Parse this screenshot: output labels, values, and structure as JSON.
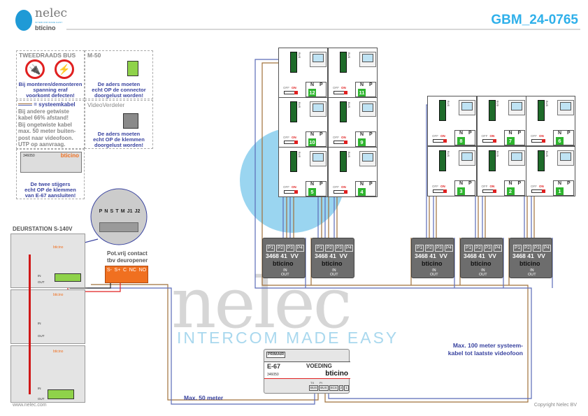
{
  "header": {
    "logo_name": "nelec",
    "logo_tagline": "INTERCOM MADE EASY",
    "logo_brand": "bticino",
    "document_id": "GBM_24-0765"
  },
  "watermark": {
    "name": "nelec",
    "tagline": "INTERCOM MADE EASY"
  },
  "info_boxes": {
    "bus": {
      "title": "TWEEDRAADS BUS",
      "note": [
        "Bij monteren/demonteren",
        "spanning eraf",
        "voorkomt defecten!"
      ]
    },
    "m50": {
      "title": "M-50",
      "note": [
        "De aders moeten",
        "echt OP de connector",
        "doorgelust worden!"
      ]
    },
    "cable": {
      "legend": "= systeemkabel",
      "lines": [
        "Bij andere getwiste",
        "kabel 66% afstand!",
        "Bij ongetwiste kabel",
        "max. 50 meter buiten-",
        "post naar videofoon.",
        "UTP op aanvraag."
      ]
    },
    "videoverdeler": {
      "title": "VideoVerdeler",
      "note": [
        "De aders moeten",
        "echt OP de klemmen",
        "doorgelust worden!"
      ]
    },
    "e67": {
      "code": "346050",
      "brand": "bticino",
      "note": [
        "De twee stijgers",
        "echt OP de klemmen",
        "van E-67 aansluiten!"
      ]
    }
  },
  "door_station": {
    "title": "DEURSTATION S-140V",
    "module_brand": "bticino",
    "in_label": "IN",
    "out_label": "OUT",
    "terminals": [
      "P",
      "N",
      "S",
      "T",
      "M",
      "J1",
      "J2"
    ]
  },
  "relay": {
    "title": [
      "Pot.vrij contact",
      "tbv deuropener"
    ],
    "terminals": [
      "S-",
      "S+",
      "C",
      "NC",
      "NO"
    ]
  },
  "apartments": [
    {
      "n": "12",
      "group": "left"
    },
    {
      "n": "11",
      "group": "left"
    },
    {
      "n": "10",
      "group": "left"
    },
    {
      "n": "9",
      "group": "left"
    },
    {
      "n": "5",
      "group": "left"
    },
    {
      "n": "4",
      "group": "left"
    },
    {
      "n": "8",
      "group": "right"
    },
    {
      "n": "7",
      "group": "right"
    },
    {
      "n": "6",
      "group": "right"
    },
    {
      "n": "3",
      "group": "right"
    },
    {
      "n": "2",
      "group": "right"
    },
    {
      "n": "1",
      "group": "right"
    }
  ],
  "apartment_labels": {
    "n": "N",
    "p": "P",
    "off": "OFF",
    "on": "ON",
    "bus": "BUS"
  },
  "distributors": {
    "model": "3468 41",
    "vv": "VV",
    "brand": "bticino",
    "ports": [
      "P1",
      "P2",
      "P3",
      "P4"
    ],
    "in": "IN",
    "out": "OUT",
    "count": 5
  },
  "power_supply": {
    "primary": "PRIMAIR",
    "model": "E-67",
    "name": "VOEDING",
    "code": "346050",
    "brand": "bticino",
    "terminals": [
      "BUS",
      "BUS",
      "SCS",
      "2",
      "1"
    ],
    "tx": "TX",
    "pi": "PI"
  },
  "notes": {
    "max50": "Max. 50 meter",
    "max100": [
      "Max. 100 meter systeem-",
      "kabel tot laatste videofoon"
    ]
  },
  "footer": {
    "website": "www.nelec.com",
    "copyright": "Copyright Nelec BV"
  },
  "colors": {
    "accent": "#2fb0ea",
    "wire_brown": "#a0703a",
    "wire_blue": "#5a6bb8",
    "green_tag": "#2fb52f"
  }
}
